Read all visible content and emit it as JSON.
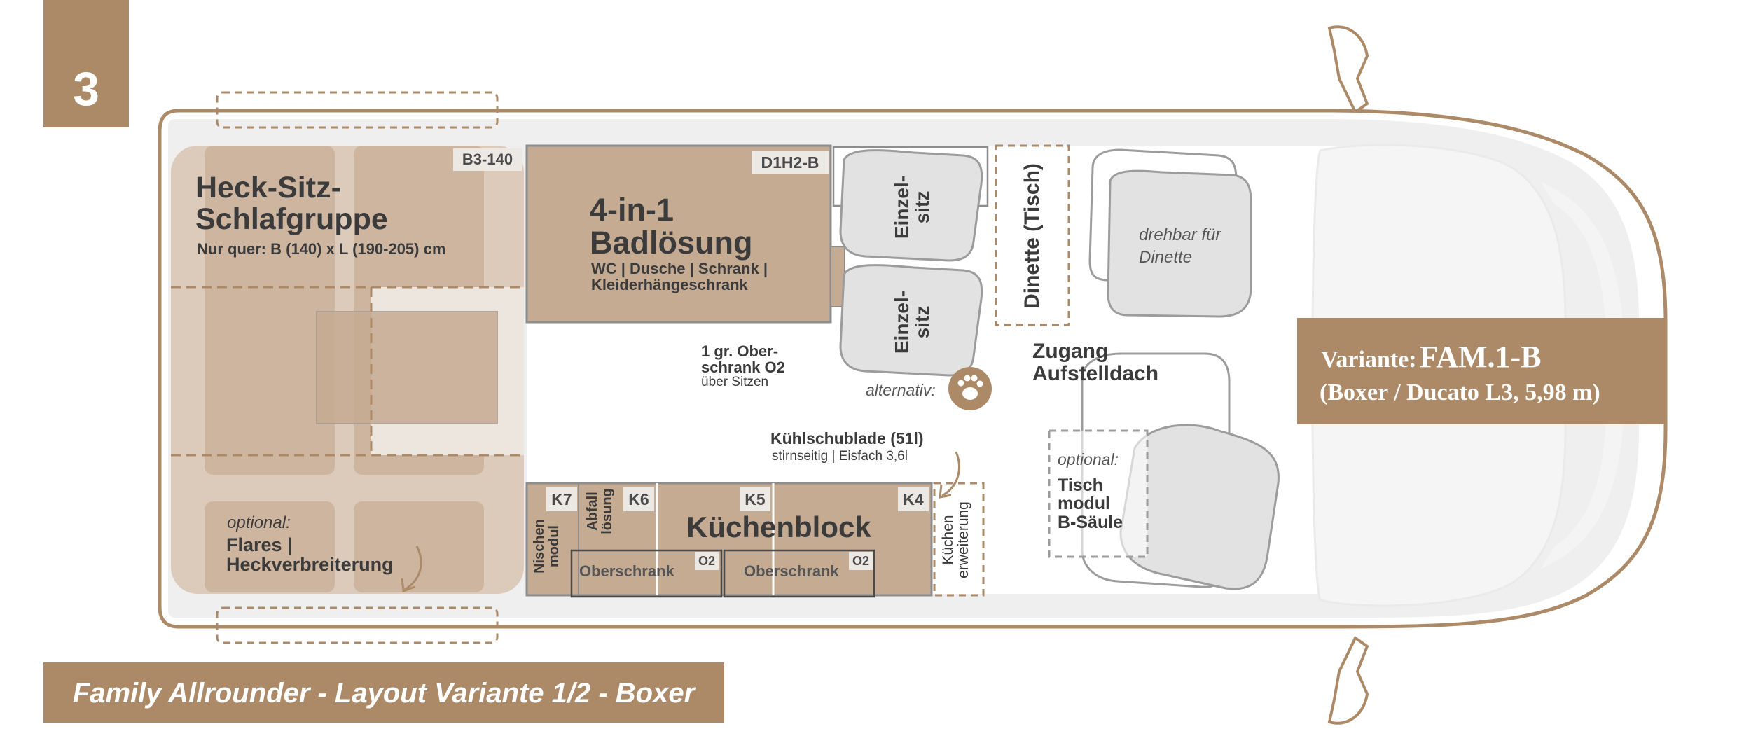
{
  "page_number": "3",
  "footer_title": "Family Allrounder - Layout Variante 1/2 - Boxer",
  "variant": {
    "label": "Variante:",
    "name": "FAM.1-B",
    "subtitle": "(Boxer / Ducato L3, 5,98 m)"
  },
  "heck": {
    "tag": "B3-140",
    "title_line1": "Heck-Sitz-",
    "title_line2": "Schlafgruppe",
    "size": "Nur quer: B (140) x L (190-205) cm"
  },
  "flares": {
    "label": "optional:",
    "line1": "Flares |",
    "line2": "Heckverbreiterung"
  },
  "bad": {
    "tag": "D1H2-B",
    "title_line1": "4-in-1",
    "title_line2": "Badlösung",
    "desc_line1": "WC | Dusche | Schrank |",
    "desc_line2": "Kleiderhängeschrank"
  },
  "seats": {
    "seat1_line1": "Einzel-",
    "seat1_line2": "sitz",
    "seat2_line1": "Einzel-",
    "seat2_line2": "sitz"
  },
  "alternativ": "alternativ:",
  "paw_icon": "paw-icon",
  "dinette": "Dinette (Tisch)",
  "drehbar": {
    "line1": "drehbar für",
    "line2": "Dinette"
  },
  "zugang": {
    "line1": "Zugang",
    "line2": "Aufstelldach"
  },
  "oberschrank_note": {
    "line1": "1 gr. Ober-",
    "line2": "schrank O2",
    "line3": "über Sitzen"
  },
  "kuehl": {
    "title": "Kühlschublade (51l)",
    "desc": "stirnseitig | Eisfach 3,6l"
  },
  "kitchen": {
    "title": "Küchenblock",
    "k7": "K7",
    "k6": "K6",
    "k5": "K5",
    "k4": "K4",
    "nischen_line1": "Nischen",
    "nischen_line2": "modul",
    "abfall_line1": "Abfall",
    "abfall_line2": "lösung",
    "ober1": "Oberschrank",
    "ober1_tag": "O2",
    "ober2": "Oberschrank",
    "ober2_tag": "O2",
    "erw_line1": "Küchen",
    "erw_line2": "erweiterung"
  },
  "tisch": {
    "label": "optional:",
    "line1": "Tisch",
    "line2": "modul",
    "line3": "B-Säule"
  },
  "colors": {
    "brand": "#ad8a67",
    "module": "#c6ab93",
    "light_module": "#dccbbb",
    "floor": "#efefef",
    "text": "#3b3b3b"
  }
}
